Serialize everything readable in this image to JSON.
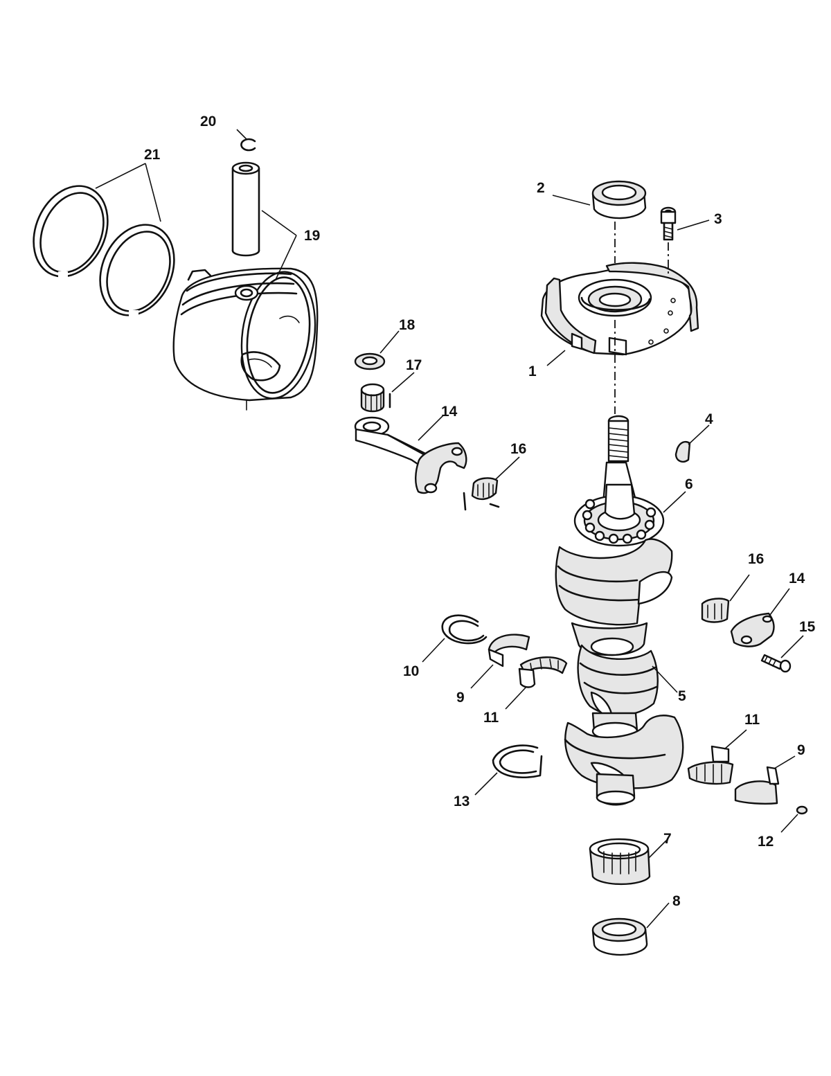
{
  "callouts": [
    {
      "id": "c1",
      "text": "1"
    },
    {
      "id": "c2",
      "text": "2"
    },
    {
      "id": "c3",
      "text": "3"
    },
    {
      "id": "c4",
      "text": "4"
    },
    {
      "id": "c5",
      "text": "5"
    },
    {
      "id": "c6",
      "text": "6"
    },
    {
      "id": "c7",
      "text": "7"
    },
    {
      "id": "c8",
      "text": "8"
    },
    {
      "id": "c9a",
      "text": "9"
    },
    {
      "id": "c9b",
      "text": "9"
    },
    {
      "id": "c10",
      "text": "10"
    },
    {
      "id": "c11a",
      "text": "11"
    },
    {
      "id": "c11b",
      "text": "11"
    },
    {
      "id": "c12",
      "text": "12"
    },
    {
      "id": "c13",
      "text": "13"
    },
    {
      "id": "c14a",
      "text": "14"
    },
    {
      "id": "c14b",
      "text": "14"
    },
    {
      "id": "c15",
      "text": "15"
    },
    {
      "id": "c16a",
      "text": "16"
    },
    {
      "id": "c16b",
      "text": "16"
    },
    {
      "id": "c17",
      "text": "17"
    },
    {
      "id": "c18",
      "text": "18"
    },
    {
      "id": "c19",
      "text": "19"
    },
    {
      "id": "c20",
      "text": "20"
    },
    {
      "id": "c21",
      "text": "21"
    }
  ]
}
